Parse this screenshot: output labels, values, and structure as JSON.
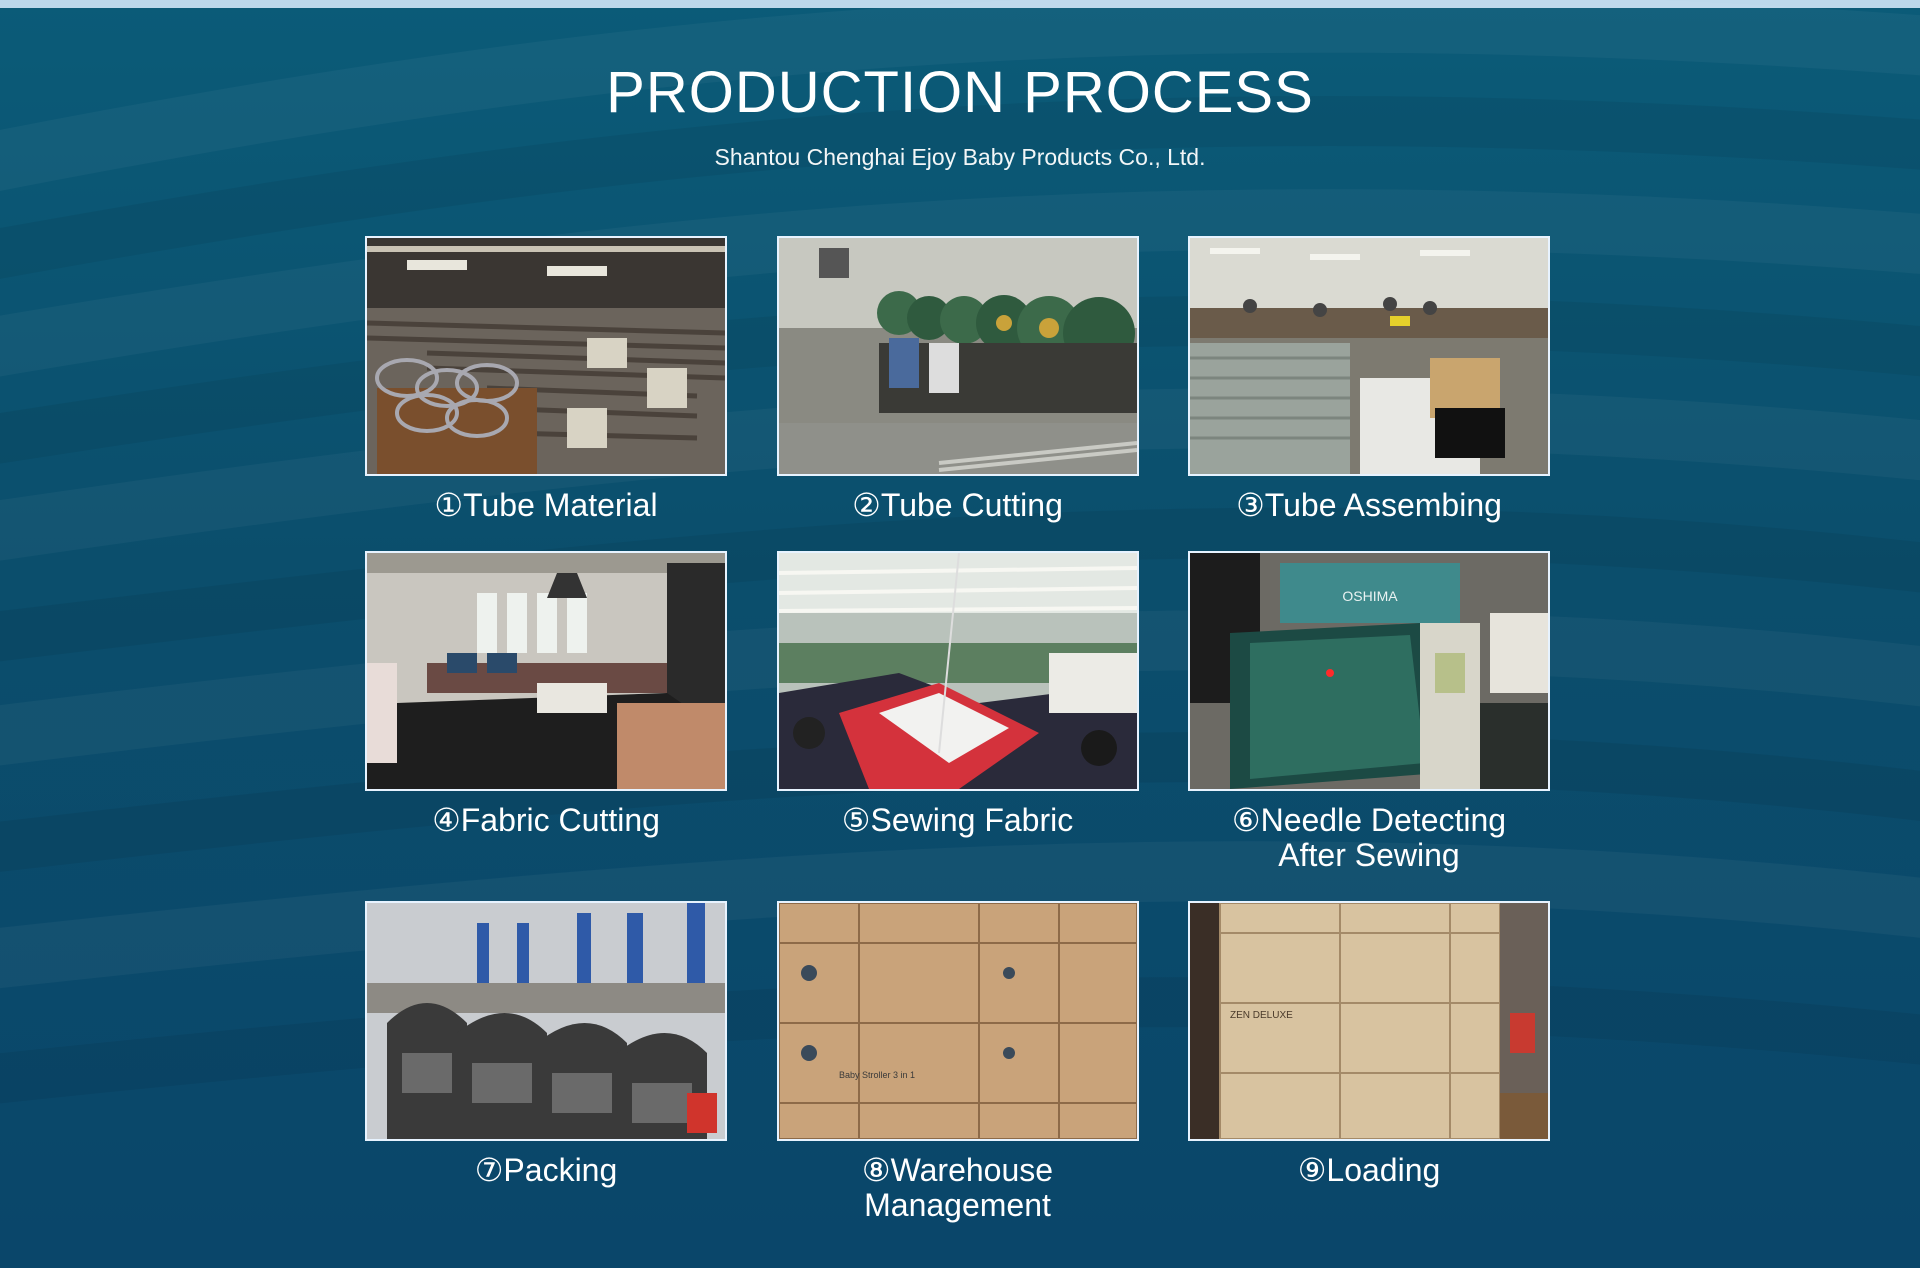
{
  "header": {
    "title": "PRODUCTION PROCESS",
    "subtitle": "Shantou Chenghai Ejoy Baby Products Co., Ltd."
  },
  "steps": [
    {
      "label": "①Tube Material",
      "icon": "tube-material-photo"
    },
    {
      "label": "②Tube Cutting",
      "icon": "tube-cutting-photo"
    },
    {
      "label": "③Tube Assembing",
      "icon": "tube-assembing-photo"
    },
    {
      "label": "④Fabric Cutting",
      "icon": "fabric-cutting-photo"
    },
    {
      "label": "⑤Sewing Fabric",
      "icon": "sewing-fabric-photo"
    },
    {
      "label": "⑥Needle Detecting",
      "label_line2": "After Sewing",
      "icon": "needle-detecting-photo"
    },
    {
      "label": "⑦Packing",
      "icon": "packing-photo"
    },
    {
      "label": "⑧Warehouse",
      "label_line2": "Management",
      "icon": "warehouse-photo"
    },
    {
      "label": "⑨Loading",
      "icon": "loading-photo"
    }
  ],
  "photo_text": {
    "oshima": "OSHIMA",
    "box_label_a": "ZEN DELUXE",
    "box_label_b": "Baby Stroller 3 in 1"
  },
  "colors": {
    "background": "#0b4e6c",
    "text": "#ffffff",
    "frame": "#e7f3ff"
  }
}
